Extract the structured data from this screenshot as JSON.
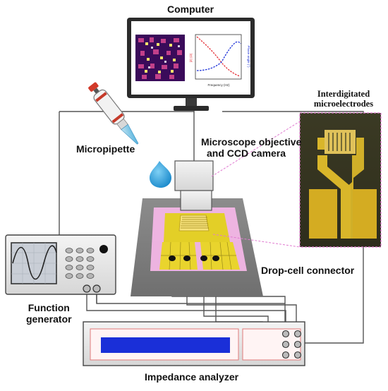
{
  "labels": {
    "computer": "Computer",
    "micropipette": "Micropipette",
    "microscope_line1": "Microscope objective",
    "microscope_line2": "and CCD camera",
    "interdigitated_line1": "Interdigitated",
    "interdigitated_line2": "microelectrodes",
    "drop_cell": "Drop-cell connector",
    "function_gen_line1": "Function",
    "function_gen_line2": "generator",
    "impedance": "Impedance analyzer"
  },
  "monitor_plot": {
    "y_left_label": "|Z| (Ω)",
    "y_right_label": "Phase angle (°)",
    "x_label": "Frequency (Hz)"
  },
  "colors": {
    "line": "#555555",
    "accent_red": "#e5333a",
    "screen_blue": "#1a2fd8",
    "electrode_gold": "#d9b62a",
    "pink_overlay": "#f3b6e6"
  }
}
